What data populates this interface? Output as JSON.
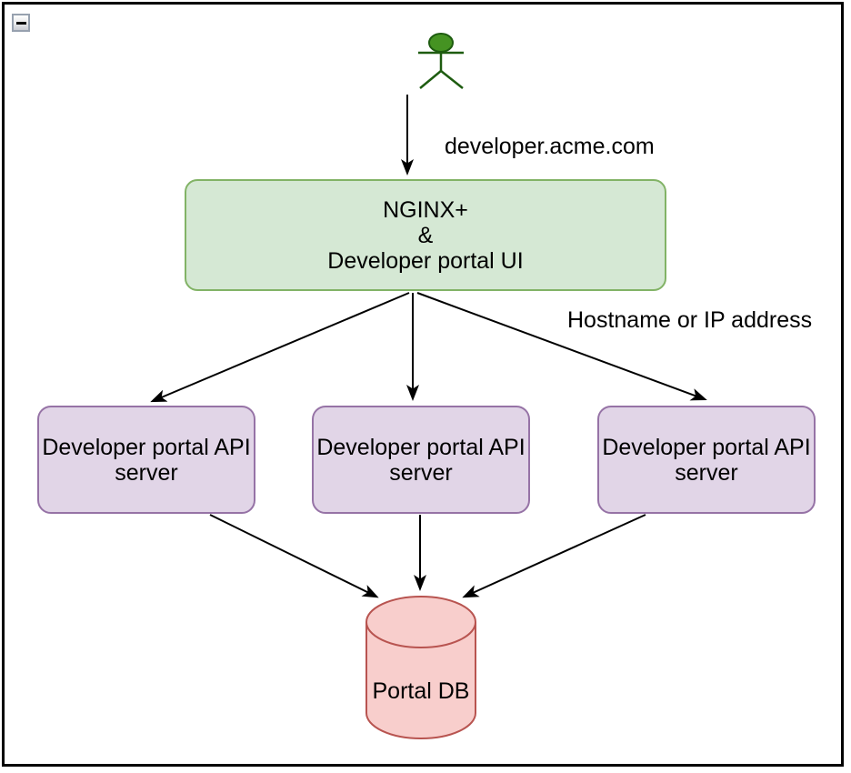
{
  "canvas": {
    "background": "#ffffff",
    "frame_border_color": "#000000",
    "collapse_button": {
      "icon": "minus",
      "state": "expanded"
    }
  },
  "diagram": {
    "actor": {
      "icon": "stick-figure-person",
      "head_fill": "#459322",
      "stroke": "#1e5c10"
    },
    "edge_labels": {
      "request_domain": "developer.acme.com",
      "backend_routing": "Hostname or IP address"
    },
    "nodes": {
      "gateway": {
        "label": "NGINX+\n&\nDeveloper portal UI",
        "fill": "#d5e8d4",
        "border": "#82b366"
      },
      "api_servers": [
        {
          "label": "Developer portal API\nserver"
        },
        {
          "label": "Developer portal API\nserver"
        },
        {
          "label": "Developer portal API\nserver"
        }
      ],
      "api_server_style": {
        "fill": "#e1d5e7",
        "border": "#9673a6"
      },
      "database": {
        "label": "Portal DB",
        "fill": "#f8cecc",
        "border": "#b85450"
      }
    },
    "arrow_color": "#000000"
  }
}
